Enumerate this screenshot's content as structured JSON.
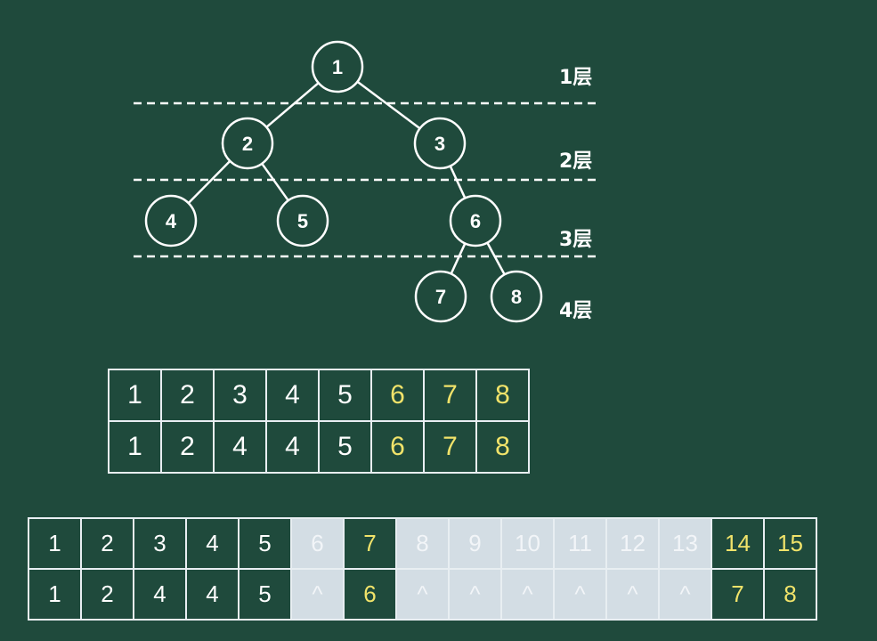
{
  "tree": {
    "nodes": [
      {
        "id": "1",
        "label": "1"
      },
      {
        "id": "2",
        "label": "2"
      },
      {
        "id": "3",
        "label": "3"
      },
      {
        "id": "4",
        "label": "4"
      },
      {
        "id": "5",
        "label": "5"
      },
      {
        "id": "6",
        "label": "6"
      },
      {
        "id": "7",
        "label": "7"
      },
      {
        "id": "8",
        "label": "8"
      }
    ],
    "edges": [
      [
        "1",
        "2"
      ],
      [
        "1",
        "3"
      ],
      [
        "2",
        "4"
      ],
      [
        "2",
        "5"
      ],
      [
        "3",
        "6"
      ],
      [
        "6",
        "7"
      ],
      [
        "6",
        "8"
      ]
    ],
    "levels": [
      {
        "label": "1层"
      },
      {
        "label": "2层"
      },
      {
        "label": "3层"
      },
      {
        "label": "4层"
      }
    ]
  },
  "table_compact": {
    "rows": [
      {
        "cells": [
          {
            "text": "1"
          },
          {
            "text": "2"
          },
          {
            "text": "3"
          },
          {
            "text": "4"
          },
          {
            "text": "5"
          },
          {
            "text": "6",
            "style": "yellow"
          },
          {
            "text": "7",
            "style": "yellow"
          },
          {
            "text": "8",
            "style": "yellow"
          }
        ]
      },
      {
        "cells": [
          {
            "text": "1"
          },
          {
            "text": "2"
          },
          {
            "text": "4"
          },
          {
            "text": "4"
          },
          {
            "text": "5"
          },
          {
            "text": "6",
            "style": "yellow"
          },
          {
            "text": "7",
            "style": "yellow"
          },
          {
            "text": "8",
            "style": "yellow"
          }
        ]
      }
    ]
  },
  "table_full": {
    "rows": [
      {
        "cells": [
          {
            "text": "1"
          },
          {
            "text": "2"
          },
          {
            "text": "3"
          },
          {
            "text": "4"
          },
          {
            "text": "5"
          },
          {
            "text": "6",
            "style": "empty"
          },
          {
            "text": "7",
            "style": "yellow"
          },
          {
            "text": "8",
            "style": "empty"
          },
          {
            "text": "9",
            "style": "empty"
          },
          {
            "text": "10",
            "style": "empty"
          },
          {
            "text": "11",
            "style": "empty"
          },
          {
            "text": "12",
            "style": "empty"
          },
          {
            "text": "13",
            "style": "empty"
          },
          {
            "text": "14",
            "style": "yellow"
          },
          {
            "text": "15",
            "style": "yellow"
          }
        ]
      },
      {
        "cells": [
          {
            "text": "1"
          },
          {
            "text": "2"
          },
          {
            "text": "4"
          },
          {
            "text": "4"
          },
          {
            "text": "5"
          },
          {
            "text": "^",
            "style": "empty"
          },
          {
            "text": "6",
            "style": "yellow"
          },
          {
            "text": "^",
            "style": "empty"
          },
          {
            "text": "^",
            "style": "empty"
          },
          {
            "text": "^",
            "style": "empty"
          },
          {
            "text": "^",
            "style": "empty"
          },
          {
            "text": "^",
            "style": "empty"
          },
          {
            "text": "^",
            "style": "empty"
          },
          {
            "text": "7",
            "style": "yellow"
          },
          {
            "text": "8",
            "style": "yellow"
          }
        ]
      }
    ]
  },
  "colors": {
    "board": "#1f4a3c",
    "chalk": "#ffffff",
    "highlight": "#f1e36a",
    "empty_cell": "#d3dde4"
  }
}
